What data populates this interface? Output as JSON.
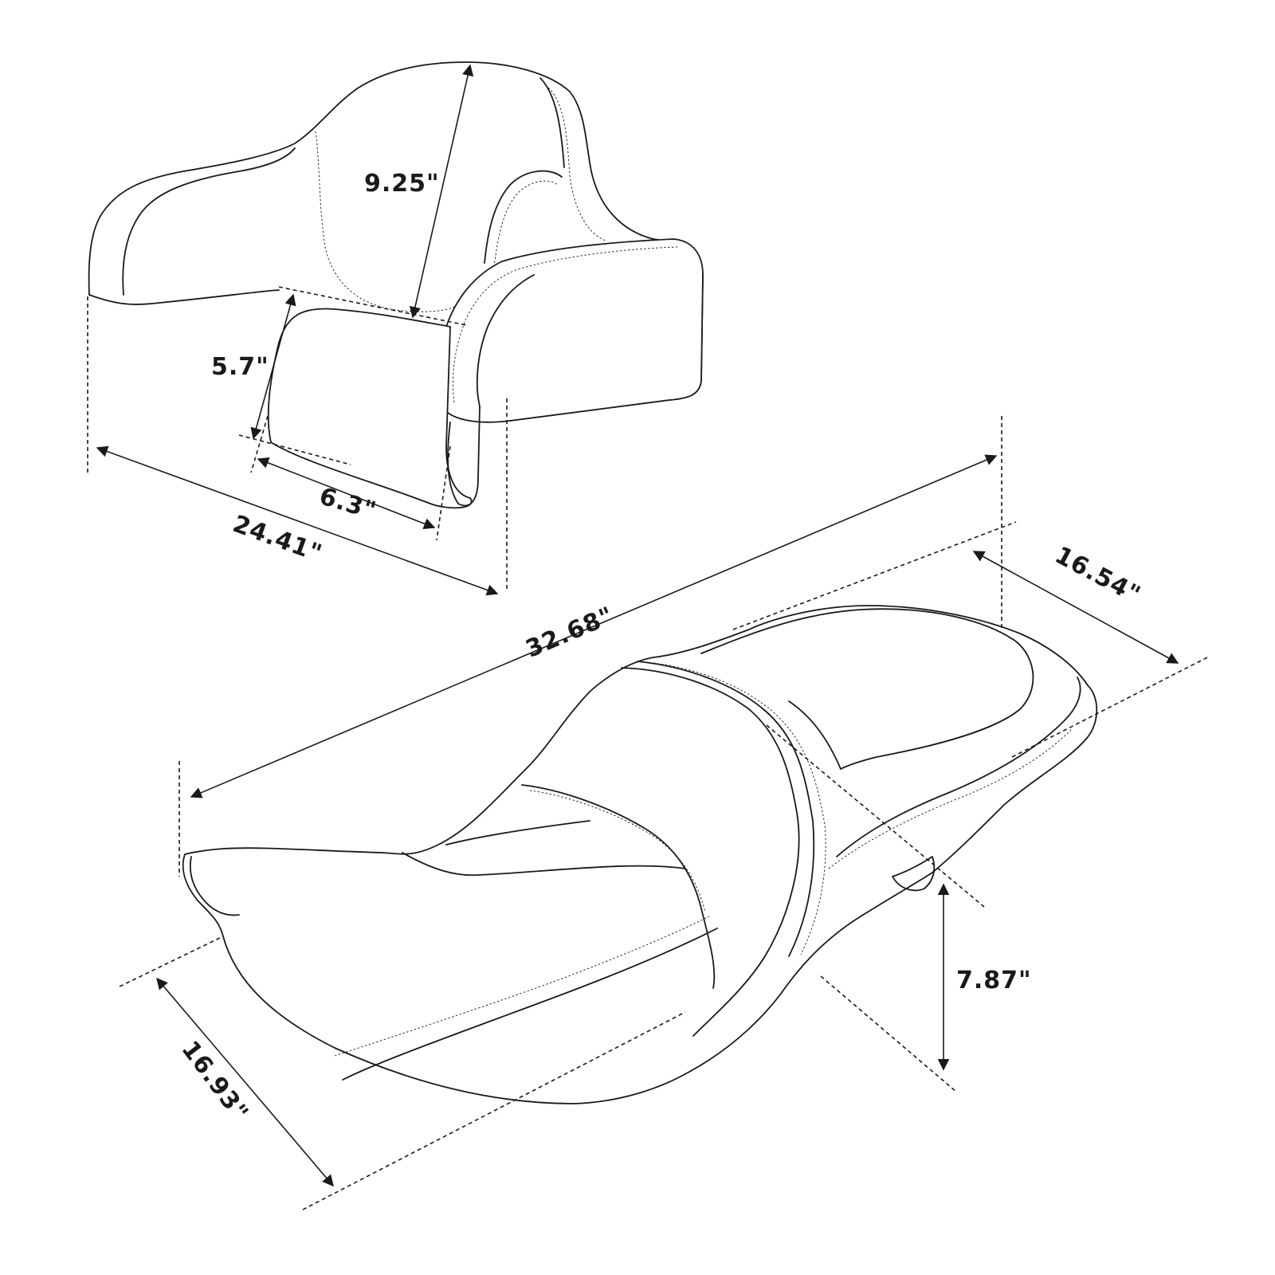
{
  "colors": {
    "line": "#1a1a1a",
    "background": "#ffffff"
  },
  "backrest": {
    "dimensions": {
      "height": "9.25\"",
      "pad_height": "5.7\"",
      "pad_width": "6.3\"",
      "overall_width": "24.41\""
    }
  },
  "seat": {
    "dimensions": {
      "length": "32.68\"",
      "rear_width": "16.54\"",
      "front_width": "16.93\"",
      "height": "7.87\""
    }
  }
}
